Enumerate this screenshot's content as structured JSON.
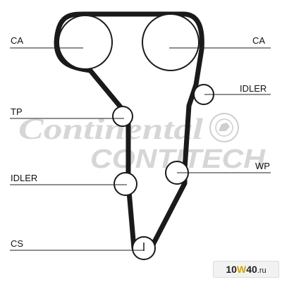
{
  "labels": {
    "ca_left": "CA",
    "ca_right": "CA",
    "idler_upper": "IDLER",
    "tp": "TP",
    "idler_lower": "IDLER",
    "wp": "WP",
    "cs": "CS"
  },
  "watermark": {
    "brand": "Continental",
    "sub": "CONTITECH"
  },
  "badge": {
    "part1": "10",
    "part2": "W",
    "part3": "40",
    "domain": ".ru"
  },
  "colors": {
    "belt": "#1a1a1a",
    "pulley": "#1a1a1a",
    "leader": "#222222",
    "watermark": "#c9c9c9",
    "badge_accent": "#d8a400"
  }
}
